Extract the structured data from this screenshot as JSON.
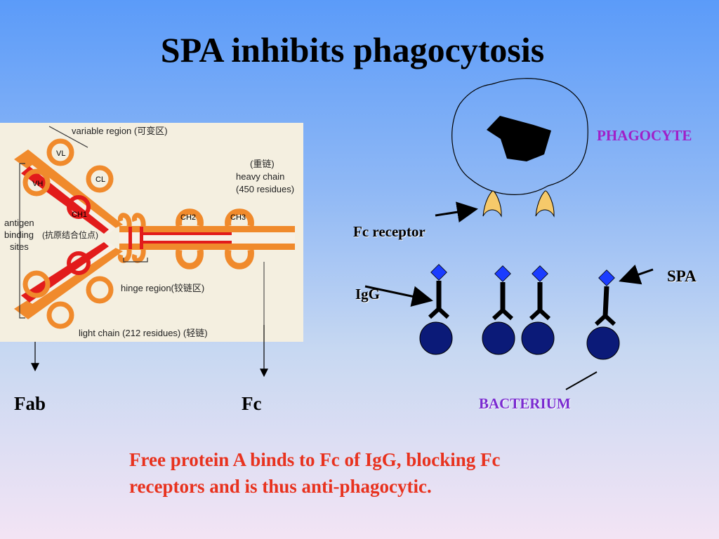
{
  "title": "SPA inhibits phagocytosis",
  "antibody_figure": {
    "variable_region": "variable region (可变区)",
    "heavy_chain_cn": "(重链)",
    "heavy_chain": "heavy chain",
    "heavy_chain_residues": "(450 residues)",
    "antigen_line1": "antigen",
    "antigen_line2": "binding",
    "antigen_line2_cn": "(抗原结合位点)",
    "antigen_line3": "sites",
    "hinge_region": "hinge region(铰链区)",
    "light_chain": "light chain (212 residues) (轻链)",
    "domains": {
      "vl": "VL",
      "vh": "VH",
      "cl": "CL",
      "ch1": "CH1",
      "ch2": "CH2",
      "ch3": "CH3"
    }
  },
  "fab_label": "Fab",
  "fc_label": "Fc",
  "phagocyte_label": "PHAGOCYTE",
  "fc_receptor_label": "Fc receptor",
  "igg_label": "IgG",
  "spa_label": "SPA",
  "bacterium_label": "BACTERIUM",
  "caption_line1": "Free protein A binds to Fc of IgG, blocking Fc",
  "caption_line2": "receptors and is thus anti-phagocytic.",
  "colors": {
    "title": "#000000",
    "caption": "#e8321e",
    "phagocyte_label": "#a020c8",
    "bacterium_label": "#7a2bd0",
    "bacterium_fill": "#0b1a78",
    "spa_fill": "#1a3cff",
    "heavy_chain": "#f08a2c",
    "light_chain": "#e21b1b"
  }
}
